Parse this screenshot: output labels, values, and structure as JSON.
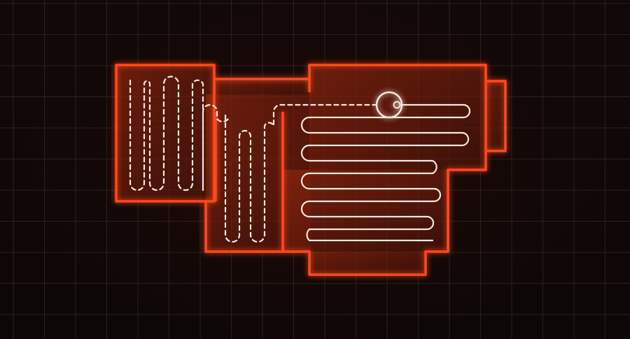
{
  "scene": {
    "subject": "",
    "colors": {
      "background": "#120808",
      "grid_line": "#3a3236",
      "room_outline": "#ff4a1c",
      "room_fill": "#7a1e0c",
      "cleaned_path": "#f6e7df",
      "planned_path": "#f6e7df"
    },
    "icons": [
      "robot-vacuum-icon"
    ],
    "rooms": [
      {
        "id": "room-left",
        "path_style": "dashed-vertical-sweep"
      },
      {
        "id": "room-middle",
        "path_style": "dashed-vertical-sweep"
      },
      {
        "id": "room-right",
        "path_style": "solid-horizontal-sweep"
      }
    ],
    "cleaning_progress": {
      "completed_rooms": 1,
      "in_progress_room": "room-right"
    }
  }
}
